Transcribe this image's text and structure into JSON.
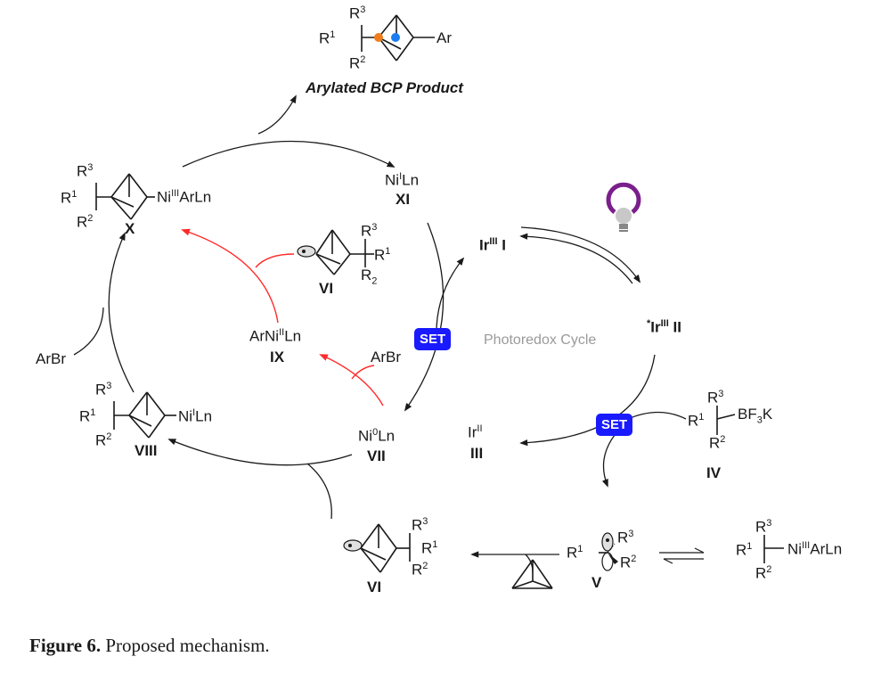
{
  "product": {
    "title": "Arylated BCP Product",
    "r3": "R3",
    "r1": "R1",
    "r2": "R2",
    "ar": "Ar",
    "orange": "#f07c1a",
    "blue": "#1a7cf0"
  },
  "species": {
    "X": {
      "label": "X",
      "r3": "R3",
      "r1": "R1",
      "r2": "R2",
      "metal": "NiIIIArLn"
    },
    "XI": {
      "label": "XI",
      "metal": "NiILn"
    },
    "VI_upper": {
      "label": "VI",
      "r3": "R3",
      "r1": "R1",
      "r2": "R2"
    },
    "IX": {
      "label": "IX",
      "metal": "ArNiIILn"
    },
    "VII": {
      "label": "VII",
      "metal": "Ni0Ln"
    },
    "VIII": {
      "label": "VIII",
      "r3": "R3",
      "r1": "R1",
      "r2": "R2",
      "metal": "NiILn"
    },
    "I": {
      "label": "IrIII I"
    },
    "II": {
      "label": "*IrIII II"
    },
    "III": {
      "label": "III",
      "metal": "IrII"
    },
    "IV": {
      "label": "IV",
      "r3": "R3",
      "r1": "R1",
      "r2": "R2",
      "reagent": "BF3K"
    },
    "V": {
      "label": "V",
      "r1": "R1",
      "r3": "R3",
      "r2": "R2"
    },
    "VI_lower": {
      "label": "VI",
      "r3": "R3",
      "r1": "R1",
      "r2": "R2"
    },
    "NiIII_side": {
      "r3": "R3",
      "r1": "R1",
      "r2": "R2",
      "metal": "NiIIIArLn"
    }
  },
  "reagents": {
    "arbr_left": "ArBr",
    "arbr_mid": "ArBr"
  },
  "labels": {
    "set_upper": "SET",
    "set_lower": "SET",
    "photoredox": "Photoredox  Cycle"
  },
  "caption": {
    "bold": "Figure 6.",
    "text": " Proposed mechanism."
  },
  "colors": {
    "red_arrow": "#ff2a2a",
    "set_bg": "#1a1aff",
    "bulb_ring": "#7a1f8c"
  }
}
